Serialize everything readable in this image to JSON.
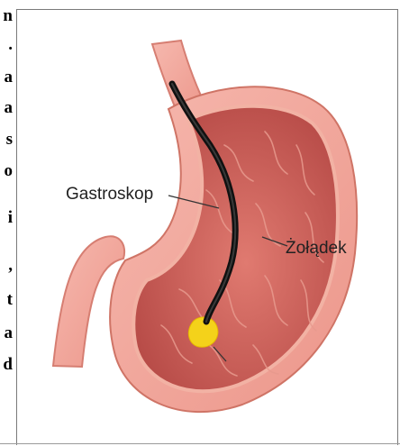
{
  "left_column_fragments": [
    "n",
    ".",
    "a",
    "a",
    "s",
    "o",
    "i",
    ",",
    "t",
    "a",
    "d"
  ],
  "labels": {
    "instrument": "Gastroskop",
    "organ": "Żołądek"
  },
  "colors": {
    "tissue_outer": "#f0a49a",
    "tissue_inner": "#c95a55",
    "mucosa_fold": "#e38f85",
    "scope": "#111111",
    "highlight": "#f4d21a"
  }
}
